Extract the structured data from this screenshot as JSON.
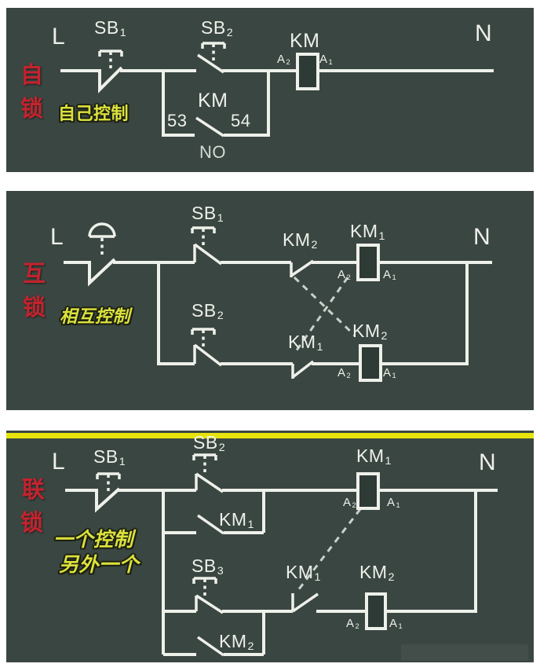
{
  "colors": {
    "page_bg": "#ffffff",
    "panel_bg": "#3a4641",
    "wire": "#eef0ea",
    "title_red": "#c4232e",
    "annotation_yellow": "#dce23c",
    "divider_yellow": "#e6e40c",
    "dashed_line": "#c9d1cb"
  },
  "panels": [
    {
      "key": "self-lock",
      "title_chars": [
        "自",
        "锁"
      ],
      "annotation_lines": [
        "自己控制"
      ],
      "labels": {
        "l": "L",
        "n": "N",
        "sb1": {
          "base": "SB",
          "sub": "1"
        },
        "sb2": {
          "base": "SB",
          "sub": "2"
        },
        "km_coil": {
          "base": "KM",
          "sub": ""
        },
        "km_aux": {
          "base": "KM",
          "sub": ""
        },
        "a2": {
          "base": "A",
          "sub": "2"
        },
        "a1": {
          "base": "A",
          "sub": "1"
        },
        "pin53": "53",
        "pin54": "54",
        "no": "NO"
      }
    },
    {
      "key": "interlock",
      "title_chars": [
        "互",
        "锁"
      ],
      "annotation_lines": [
        "相互控制"
      ],
      "labels": {
        "l": "L",
        "n": "N",
        "sb1": {
          "base": "SB",
          "sub": "1"
        },
        "sb2": {
          "base": "SB",
          "sub": "2"
        },
        "km2_nc": {
          "base": "KM",
          "sub": "2"
        },
        "km1_coil": {
          "base": "KM",
          "sub": "1"
        },
        "km1_nc": {
          "base": "KM",
          "sub": "1"
        },
        "km2_coil": {
          "base": "KM",
          "sub": "2"
        },
        "a2_top": {
          "base": "A",
          "sub": "2"
        },
        "a1_top": {
          "base": "A",
          "sub": "1"
        },
        "a2_bot": {
          "base": "A",
          "sub": "2"
        },
        "a1_bot": {
          "base": "A",
          "sub": "1"
        }
      }
    },
    {
      "key": "chain-lock",
      "title_chars": [
        "联",
        "锁"
      ],
      "annotation_lines": [
        "一个控制",
        "另外一个"
      ],
      "labels": {
        "l": "L",
        "n": "N",
        "sb1": {
          "base": "SB",
          "sub": "1"
        },
        "sb2": {
          "base": "SB",
          "sub": "2"
        },
        "sb3": {
          "base": "SB",
          "sub": "3"
        },
        "km1_aux": {
          "base": "KM",
          "sub": "1"
        },
        "km2_aux": {
          "base": "KM",
          "sub": "2"
        },
        "km1_coil": {
          "base": "KM",
          "sub": "1"
        },
        "km1_nc": {
          "base": "KM",
          "sub": "1"
        },
        "km2_coil": {
          "base": "KM",
          "sub": "2"
        },
        "a2_top": {
          "base": "A",
          "sub": "2"
        },
        "a1_top": {
          "base": "A",
          "sub": "1"
        },
        "a2_bot": {
          "base": "A",
          "sub": "2"
        },
        "a1_bot": {
          "base": "A",
          "sub": "1"
        }
      }
    }
  ]
}
